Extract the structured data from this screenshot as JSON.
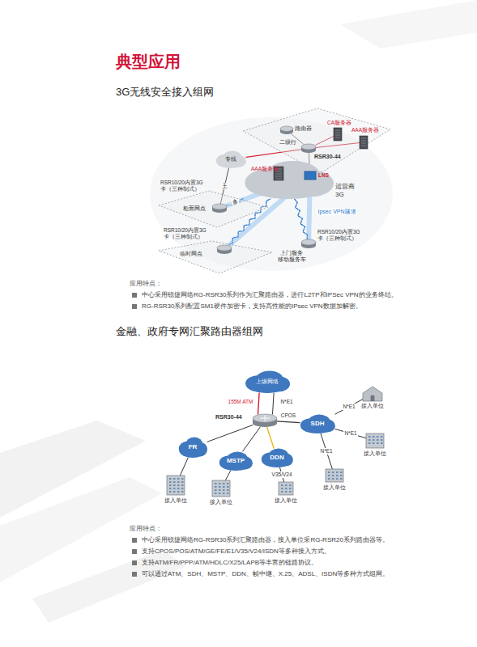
{
  "diagram": {
    "title": "典型应用",
    "nodes": [
      {
        "text": [
          "二级行"
        ]
      },
      {
        "text": [
          "CA服务器"
        ],
        "in": 0
      },
      {
        "text": [
          "AAA服务器"
        ],
        "in": 0
      },
      {
        "text": [
          "路由器"
        ],
        "in": 0
      },
      {
        "text": [
          "RSR30-44"
        ],
        "in": 0
      },
      {
        "text": [
          "专线"
        ]
      },
      {
        "text": [
          "运营商 3G"
        ]
      },
      {
        "text": [
          "AAA服务器"
        ]
      },
      {
        "text": [
          "LNS"
        ]
      },
      {
        "text": [
          "柜面网点"
        ]
      },
      {
        "text": [
          "RSR10/20内置3G 卡（三种制式）"
        ],
        "in": 9
      },
      {
        "text": [
          "临时网点"
        ]
      },
      {
        "text": [
          "RSR10/20内置3G 卡（三种制式）"
        ],
        "in": 11
      },
      {
        "text": [
          "RSR10/20内置3G 卡（三种制式）",
          "上门服务 移动服务车"
        ]
      },
      {
        "text": [
          "上级网络"
        ]
      },
      {
        "text": [
          "RSR30-44"
        ]
      },
      {
        "text": [
          "SDH"
        ]
      },
      {
        "text": [
          "FR"
        ]
      },
      {
        "text": [
          "MSTP"
        ]
      },
      {
        "text": [
          "DDN"
        ]
      },
      {
        "text": [
          "接入单位"
        ]
      },
      {
        "text": [
          "接入单位"
        ]
      },
      {
        "text": [
          "接入单位"
        ]
      },
      {
        "text": [
          "接入单位"
        ]
      },
      {
        "text": [
          "接入单位"
        ]
      },
      {
        "text": [
          "接入单位"
        ]
      }
    ],
    "edges": [
      {
        "from": 3,
        "to": 4,
        "arrow": "none"
      },
      {
        "from": 4,
        "to": 1,
        "arrow": "none"
      },
      {
        "from": 4,
        "to": 2,
        "arrow": "none"
      },
      {
        "from": 5,
        "to": 4,
        "arrow": "none"
      },
      {
        "from": 7,
        "to": 8,
        "arrow": "none"
      },
      {
        "from": 8,
        "to": 4,
        "arrow": "none"
      },
      {
        "from": 10,
        "to": 5,
        "label": "主",
        "arrow": "none"
      },
      {
        "from": 10,
        "to": 6,
        "label": "备",
        "arrow": "none"
      },
      {
        "from": 12,
        "to": 6,
        "arrow": "none"
      },
      {
        "from": 13,
        "to": 6,
        "arrow": "none"
      },
      {
        "from": 8,
        "to": 10,
        "arrow": "none"
      },
      {
        "from": 8,
        "to": 12,
        "arrow": "none"
      },
      {
        "from": 8,
        "to": 13,
        "label": "Ipsec VPN隧道",
        "arrow": "none"
      },
      {
        "from": 15,
        "to": 14,
        "label": "155M ATM",
        "arrow": "none"
      },
      {
        "from": 15,
        "to": 14,
        "label": "N*E1",
        "arrow": "none"
      },
      {
        "from": 15,
        "to": 16,
        "label": "CPOS",
        "arrow": "none"
      },
      {
        "from": 16,
        "to": 20,
        "label": "N*E1",
        "arrow": "none"
      },
      {
        "from": 16,
        "to": 21,
        "label": "N*E1",
        "arrow": "none"
      },
      {
        "from": 16,
        "to": 22,
        "label": "N*E1",
        "arrow": "none"
      },
      {
        "from": 15,
        "to": 17,
        "arrow": "none"
      },
      {
        "from": 15,
        "to": 18,
        "arrow": "none"
      },
      {
        "from": 15,
        "to": 19,
        "arrow": "none"
      },
      {
        "from": 17,
        "to": 23,
        "arrow": "none"
      },
      {
        "from": 18,
        "to": 24,
        "arrow": "none"
      },
      {
        "from": 19,
        "to": 25,
        "label": "V35/V24",
        "arrow": "none"
      }
    ],
    "labels": [
      "3G无线安全接入组网",
      "应用特点：",
      "中心采用锐捷网络RG-RSR30系列作为汇聚路由器，进行L2TP和IPSec VPN的业务终结。",
      "RG-RSR30系列配置SM1硬件加密卡，支持高性能的IPsec VPN数据加解密。",
      "金融、政府专网汇聚路由器组网",
      "应用特点：",
      "中心采用锐捷网络RG-RSR30系列汇聚路由器，接入单位采RG-RSR20系列路由器等。",
      "支持CPOS/POS/ATM/GE/FE/E1/V35/V24/ISDN等多种接入方式。",
      "支持ATM/FR/PPP/ATM/HDLC/X25/LAPB等丰富的链路协议。",
      "可以通过ATM、SDH、MSTP、DDN、帧中继、X.25、ADSL、ISDN等多种方式组网。"
    ]
  }
}
